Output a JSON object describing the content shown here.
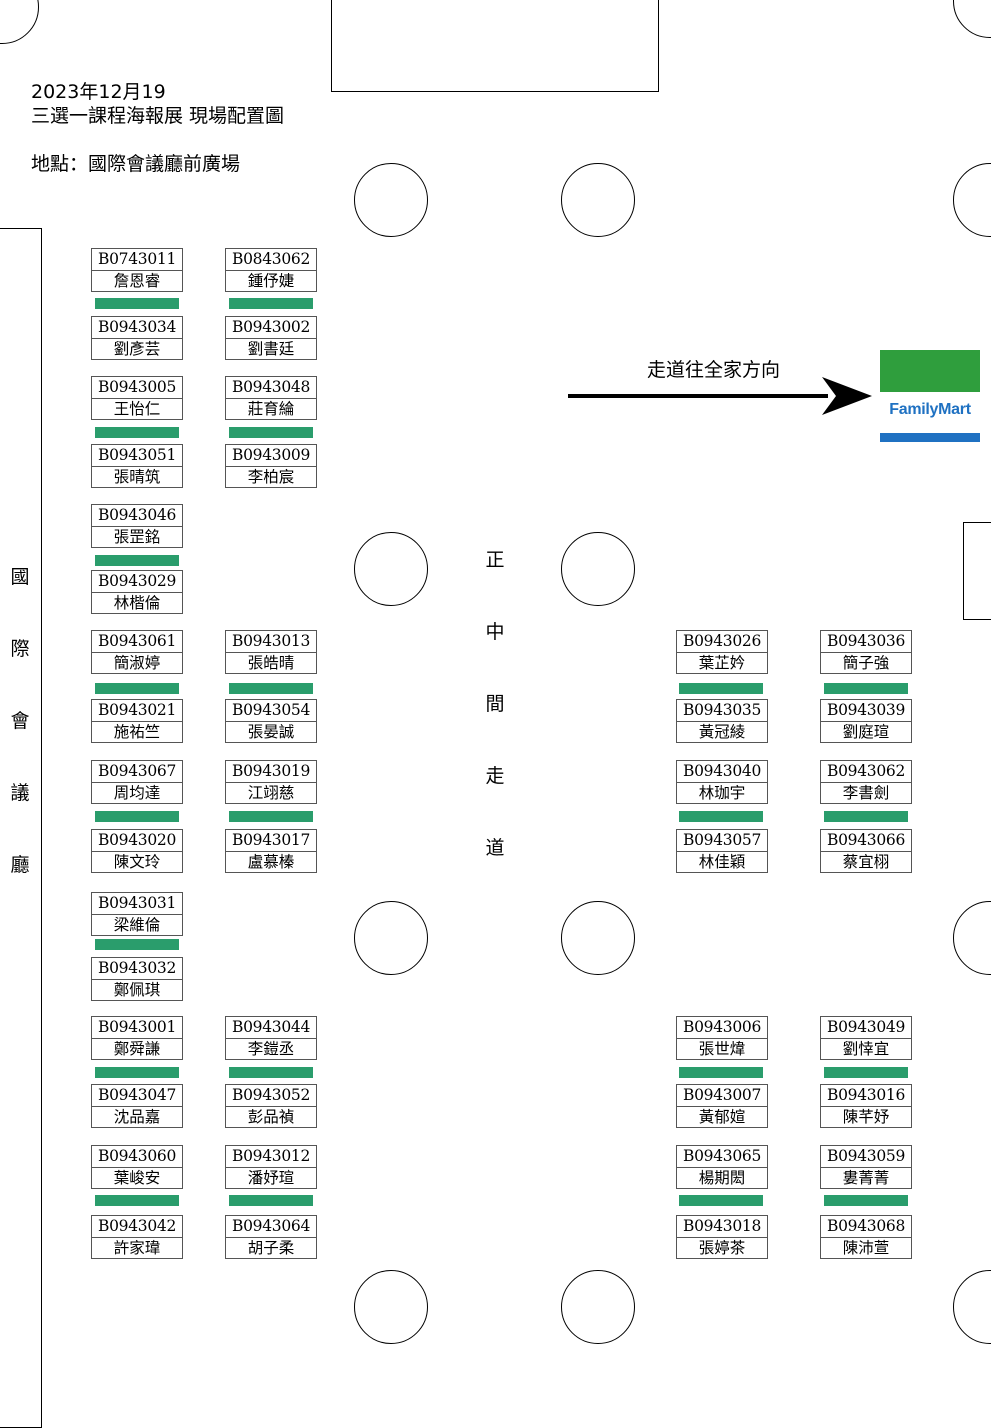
{
  "header": {
    "date": "2023年12月19",
    "title": "三選一課程海報展 現場配置圖",
    "location": "地點：國際會議廳前廣場"
  },
  "side_label": [
    "國",
    "際",
    "會",
    "議",
    "廳"
  ],
  "aisle_label": [
    "正",
    "中",
    "間",
    "走",
    "道"
  ],
  "direction_text": "走道往全家方向",
  "familymart": {
    "text": "FamilyMart",
    "green": "#2f9e3d",
    "blue": "#1f71c2"
  },
  "colors": {
    "bar": "#2a9d6c"
  },
  "posters": [
    {
      "id": "B0743011",
      "name": "詹恩睿"
    },
    {
      "id": "B0843062",
      "name": "鍾伃婕"
    },
    {
      "id": "B0943034",
      "name": "劉彥芸"
    },
    {
      "id": "B0943002",
      "name": "劉書廷"
    },
    {
      "id": "B0943005",
      "name": "王怡仁"
    },
    {
      "id": "B0943048",
      "name": "莊育綸"
    },
    {
      "id": "B0943051",
      "name": "張晴筑"
    },
    {
      "id": "B0943009",
      "name": "李柏宸"
    },
    {
      "id": "B0943046",
      "name": "張罡銘"
    },
    {
      "id": "B0943029",
      "name": "林楷倫"
    },
    {
      "id": "B0943061",
      "name": "簡淑婷"
    },
    {
      "id": "B0943013",
      "name": "張皓晴"
    },
    {
      "id": "B0943021",
      "name": "施祐竺"
    },
    {
      "id": "B0943054",
      "name": "張晏誠"
    },
    {
      "id": "B0943067",
      "name": "周均達"
    },
    {
      "id": "B0943019",
      "name": "江翊慈"
    },
    {
      "id": "B0943020",
      "name": "陳文玲"
    },
    {
      "id": "B0943017",
      "name": "盧慕榛"
    },
    {
      "id": "B0943031",
      "name": "梁維倫"
    },
    {
      "id": "B0943032",
      "name": "鄭佩琪"
    },
    {
      "id": "B0943001",
      "name": "鄭舜謙"
    },
    {
      "id": "B0943044",
      "name": "李鎧丞"
    },
    {
      "id": "B0943047",
      "name": "沈品嘉"
    },
    {
      "id": "B0943052",
      "name": "彭品禎"
    },
    {
      "id": "B0943060",
      "name": "葉峻安"
    },
    {
      "id": "B0943012",
      "name": "潘妤瑄"
    },
    {
      "id": "B0943042",
      "name": "許家瑋"
    },
    {
      "id": "B0943064",
      "name": "胡子柔"
    },
    {
      "id": "B0943026",
      "name": "葉芷妗"
    },
    {
      "id": "B0943036",
      "name": "簡子強"
    },
    {
      "id": "B0943035",
      "name": "黃冠綾"
    },
    {
      "id": "B0943039",
      "name": "劉庭瑄"
    },
    {
      "id": "B0943040",
      "name": "林珈宇"
    },
    {
      "id": "B0943062",
      "name": "李書劍"
    },
    {
      "id": "B0943057",
      "name": "林佳穎"
    },
    {
      "id": "B0943066",
      "name": "蔡宜栩"
    },
    {
      "id": "B0943006",
      "name": "張世煒"
    },
    {
      "id": "B0943049",
      "name": "劉悻宜"
    },
    {
      "id": "B0943007",
      "name": "黃郁媗"
    },
    {
      "id": "B0943016",
      "name": "陳芊妤"
    },
    {
      "id": "B0943065",
      "name": "楊期閎"
    },
    {
      "id": "B0943059",
      "name": "婁菁菁"
    },
    {
      "id": "B0943018",
      "name": "張婷茶"
    },
    {
      "id": "B0943068",
      "name": "陳沛萱"
    }
  ]
}
